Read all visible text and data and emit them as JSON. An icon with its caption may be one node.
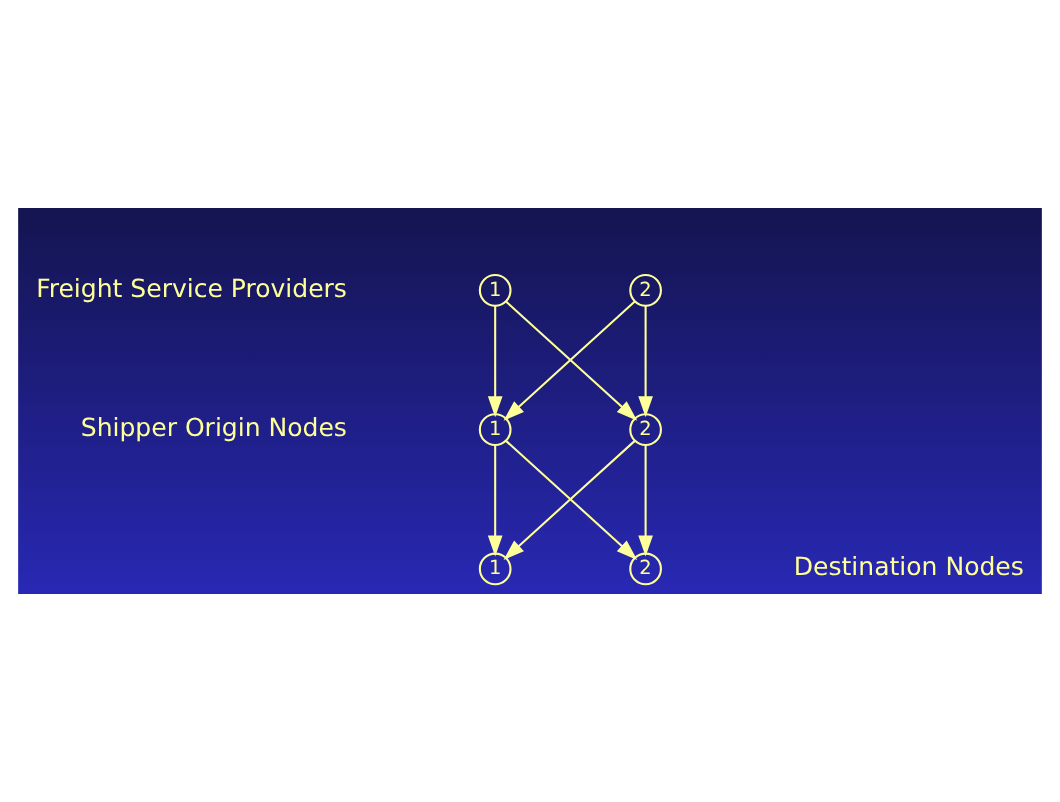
{
  "diagram": {
    "nodes": [
      {
        "text": [
          "1"
        ]
      },
      {
        "text": [
          "2"
        ]
      },
      {
        "text": [
          "1"
        ]
      },
      {
        "text": [
          "2"
        ]
      },
      {
        "text": [
          "1"
        ]
      },
      {
        "text": [
          "2"
        ]
      }
    ],
    "edges": [
      {
        "from": 0,
        "to": 2,
        "arrow": "to"
      },
      {
        "from": 0,
        "to": 3,
        "arrow": "to"
      },
      {
        "from": 1,
        "to": 2,
        "arrow": "to"
      },
      {
        "from": 1,
        "to": 3,
        "arrow": "to"
      },
      {
        "from": 2,
        "to": 4,
        "arrow": "to"
      },
      {
        "from": 2,
        "to": 5,
        "arrow": "to"
      },
      {
        "from": 3,
        "to": 4,
        "arrow": "to"
      },
      {
        "from": 3,
        "to": 5,
        "arrow": "to"
      }
    ],
    "labels": [
      "Freight Service Providers",
      "Shipper Origin Nodes",
      "Destination Nodes"
    ]
  }
}
